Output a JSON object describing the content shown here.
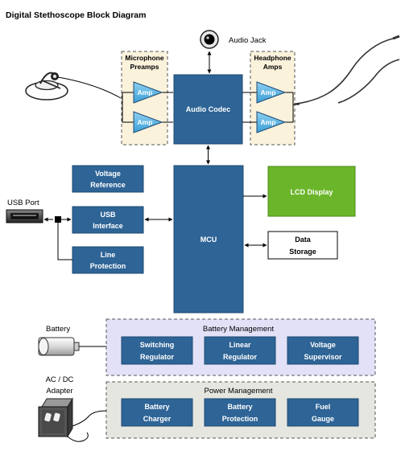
{
  "title": "Digital Stethoscope Block Diagram",
  "colors": {
    "block_fill": "#2e6496",
    "block_stroke": "#1f4a72",
    "lcd_fill": "#6bb52a",
    "preamp_fill": "#fbf2dc",
    "battery_mgmt_fill": "#e3e1f8",
    "power_mgmt_fill": "#e6e6e1",
    "text_on_block": "#ffffff",
    "text_dark": "#000000"
  },
  "labels": {
    "audio_jack": "Audio Jack",
    "usb_port": "USB Port",
    "battery": "Battery",
    "adapter_line1": "AC / DC",
    "adapter_line2": "Adapter"
  },
  "groups": {
    "mic_preamps": {
      "line1": "Microphone",
      "line2": "Preamps"
    },
    "headphone_amps": {
      "line1": "Headphone",
      "line2": "Amps"
    },
    "battery_management": "Battery Management",
    "power_management": "Power Management"
  },
  "amp_label": "Amp",
  "blocks": {
    "audio_codec": "Audio Codec",
    "mcu": "MCU",
    "lcd_display": "LCD Display",
    "voltage_reference": {
      "line1": "Voltage",
      "line2": "Reference"
    },
    "usb_interface": {
      "line1": "USB",
      "line2": "Interface"
    },
    "line_protection": {
      "line1": "Line",
      "line2": "Protection"
    },
    "data_storage": {
      "line1": "Data",
      "line2": "Storage"
    },
    "switching_regulator": {
      "line1": "Switching",
      "line2": "Regulator"
    },
    "linear_regulator": {
      "line1": "Linear",
      "line2": "Regulator"
    },
    "voltage_supervisor": {
      "line1": "Voltage",
      "line2": "Supervisor"
    },
    "battery_charger": {
      "line1": "Battery",
      "line2": "Charger"
    },
    "battery_protection": {
      "line1": "Battery",
      "line2": "Protection"
    },
    "fuel_gauge": {
      "line1": "Fuel",
      "line2": "Gauge"
    }
  }
}
